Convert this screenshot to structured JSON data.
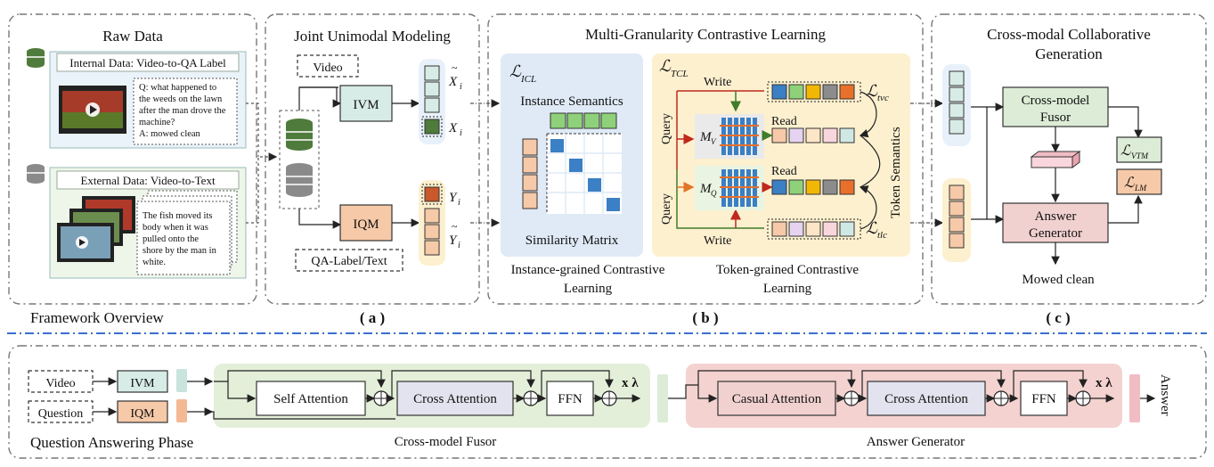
{
  "panels": {
    "raw_data": {
      "title": "Raw Data"
    },
    "joint": {
      "title": "Joint Unimodal Modeling"
    },
    "contrastive": {
      "title": "Multi-Granularity Contrastive Learning"
    },
    "cross_modal": {
      "title_line1": "Cross-modal Collaborative",
      "title_line2": "Generation"
    }
  },
  "raw_data": {
    "internal_label": "Internal Data: Video-to-QA Label",
    "qa_lines": [
      "Q: what happened to",
      "the weeds on the lawn",
      "after the man drove the",
      "machine?",
      "A: mowed clean"
    ],
    "external_label": "External Data: Video-to-Text",
    "text_lines": [
      "The fish moved its",
      "body when it was",
      "pulled onto the",
      "shore by the man in",
      "white."
    ]
  },
  "joint": {
    "video_label": "Video",
    "ivm_label": "IVM",
    "iqm_label": "IQM",
    "qa_label": "QA-Label/Text",
    "x_tilde": "X",
    "x": "X",
    "y": "Y",
    "y_tilde": "Y",
    "subscript": "i",
    "tilde": "~"
  },
  "icl": {
    "loss": "ℒ",
    "loss_sub": "ICL",
    "instance_semantics": "Instance Semantics",
    "similarity_matrix": "Similarity Matrix",
    "caption_line1": "Instance-grained Contrastive",
    "caption_line2": "Learning"
  },
  "tcl": {
    "loss": "ℒ",
    "loss_sub": "TCL",
    "write_top": "Write",
    "write_bottom": "Write",
    "read_top": "Read",
    "read_bottom": "Read",
    "query_top": "Query",
    "query_bottom": "Query",
    "mv": "M",
    "mv_sub": "V",
    "mq": "M",
    "mq_sub": "Q",
    "tvc_sub": "tvc",
    "tlc_sub": "tlc",
    "token_semantics": "Token Semantics",
    "caption_line1": "Token-grained Contrastive",
    "caption_line2": "Learning",
    "token_colors": [
      "#3b7fc4",
      "#8fd17a",
      "#f2b705",
      "#8c8c8c",
      "#e8702a"
    ],
    "read_colors_top": [
      "#f6c9a8",
      "#e6d3f0",
      "#fde6c8",
      "#f9d6dd",
      "#cfe8e4"
    ],
    "read_colors_bottom": [
      "#3b7fc4",
      "#8fd17a",
      "#f2b705",
      "#8c8c8c",
      "#e8702a"
    ]
  },
  "gen": {
    "fusor_line1": "Cross-model",
    "fusor_line2": "Fusor",
    "answer_line1": "Answer",
    "answer_line2": "Generator",
    "vtm_sub": "VTM",
    "lm_sub": "LM",
    "output": "Mowed clean"
  },
  "labels": {
    "framework_overview": "Framework Overview",
    "a": "( a )",
    "b": "( b )",
    "c": "( c )"
  },
  "qa_phase": {
    "title": "Question Answering Phase",
    "video": "Video",
    "question": "Question",
    "ivm": "IVM",
    "iqm": "IQM",
    "self_attention": "Self Attention",
    "cross_attention_1": "Cross Attention",
    "ffn_1": "FFN",
    "x_lambda_1": "x λ",
    "fusor_caption": "Cross-model Fusor",
    "casual_attention": "Casual Attention",
    "cross_attention_2": "Cross Attention",
    "ffn_2": "FFN",
    "x_lambda_2": "x λ",
    "generator_caption": "Answer Generator",
    "answer": "Answer"
  },
  "colors": {
    "teal_fill": "#d7ece6",
    "orange_fill": "#f6c9a8",
    "orange_dark": "#c9582a",
    "green_dark": "#4f7b3c",
    "green_fill": "#8fd17a",
    "blue_fill": "#3b7fc4",
    "icl_bg": "#dfeaf6",
    "tcl_bg": "#fdf0cf",
    "fusor_bg": "#e3efd9",
    "generator_bg": "#f3d2d0",
    "attn_fill": "#e3e3ef",
    "answer_fill": "#f1d1d0",
    "fusor_fill": "#dcecd6",
    "red_text": "#c0281c",
    "green_text": "#3f7d2a",
    "divider": "#3a6fd0"
  }
}
